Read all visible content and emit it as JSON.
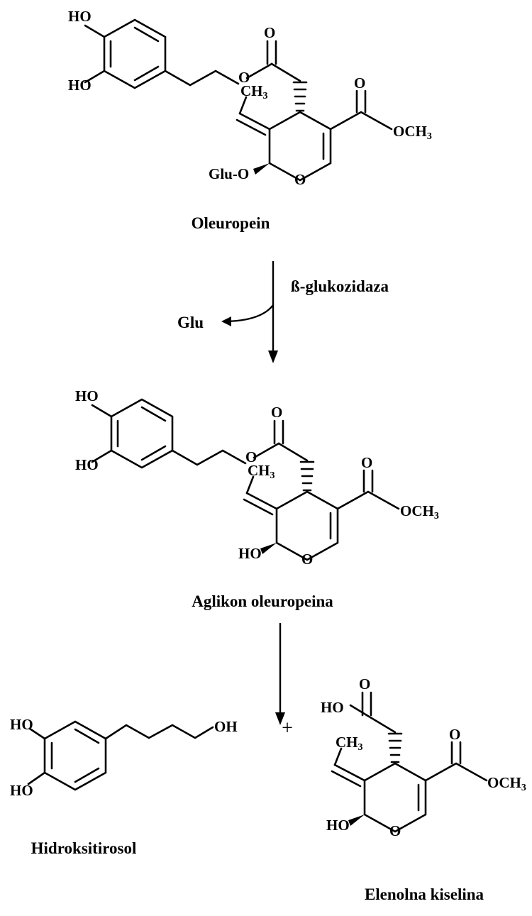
{
  "compounds": {
    "oleuropein": {
      "name": "Oleuropein",
      "ho_top": "HO",
      "ho_bottom": "HO",
      "carbonyl_o": "O",
      "ester_o": "O",
      "methyl": "CH",
      "methyl_sub": "3",
      "ester_carbonyl_o": "O",
      "methoxy": "OCH",
      "methoxy_sub": "3",
      "substituent": "Glu-O",
      "ring_o": "O"
    },
    "aglycone": {
      "name": "Aglikon oleuropeina",
      "ho_top": "HO",
      "ho_bottom": "HO",
      "carbonyl_o": "O",
      "ester_o": "O",
      "methyl": "CH",
      "methyl_sub": "3",
      "ester_carbonyl_o": "O",
      "methoxy": "OCH",
      "methoxy_sub": "3",
      "substituent": "HO",
      "ring_o": "O"
    },
    "hydroxytyrosol": {
      "name": "Hidroksitirosol",
      "ho_top": "HO",
      "ho_bottom": "HO",
      "oh_end": "OH"
    },
    "elenolic": {
      "name": "Elenolna kiselina",
      "carbonyl_o": "O",
      "acid_ho": "HO",
      "methyl": "CH",
      "methyl_sub": "3",
      "ester_carbonyl_o": "O",
      "methoxy": "OCH",
      "methoxy_sub": "3",
      "substituent": "HO",
      "ring_o": "O"
    }
  },
  "reactions": {
    "enzyme": "ß-glukozidaza",
    "byproduct": "Glu",
    "plus": "+"
  }
}
